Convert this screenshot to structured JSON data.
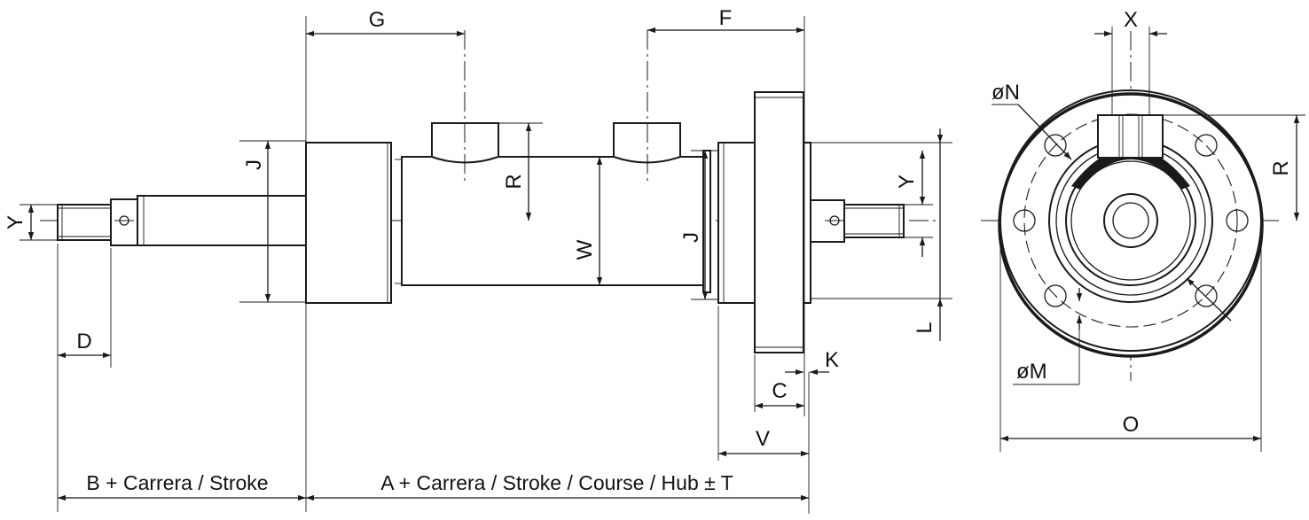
{
  "labels": {
    "G": "G",
    "F": "F",
    "X": "X",
    "N": "øN",
    "J": "J",
    "R": "R",
    "W": "W",
    "Y": "Y",
    "L": "L",
    "D": "D",
    "K": "K",
    "C": "C",
    "V": "V",
    "M": "øM",
    "O": "O",
    "B_stroke": "B + Carrera / Stroke",
    "A_stroke": "A + Carrera / Stroke / Course / Hub ± T"
  },
  "colors": {
    "line": "#1a1a1a",
    "background": "#ffffff"
  }
}
